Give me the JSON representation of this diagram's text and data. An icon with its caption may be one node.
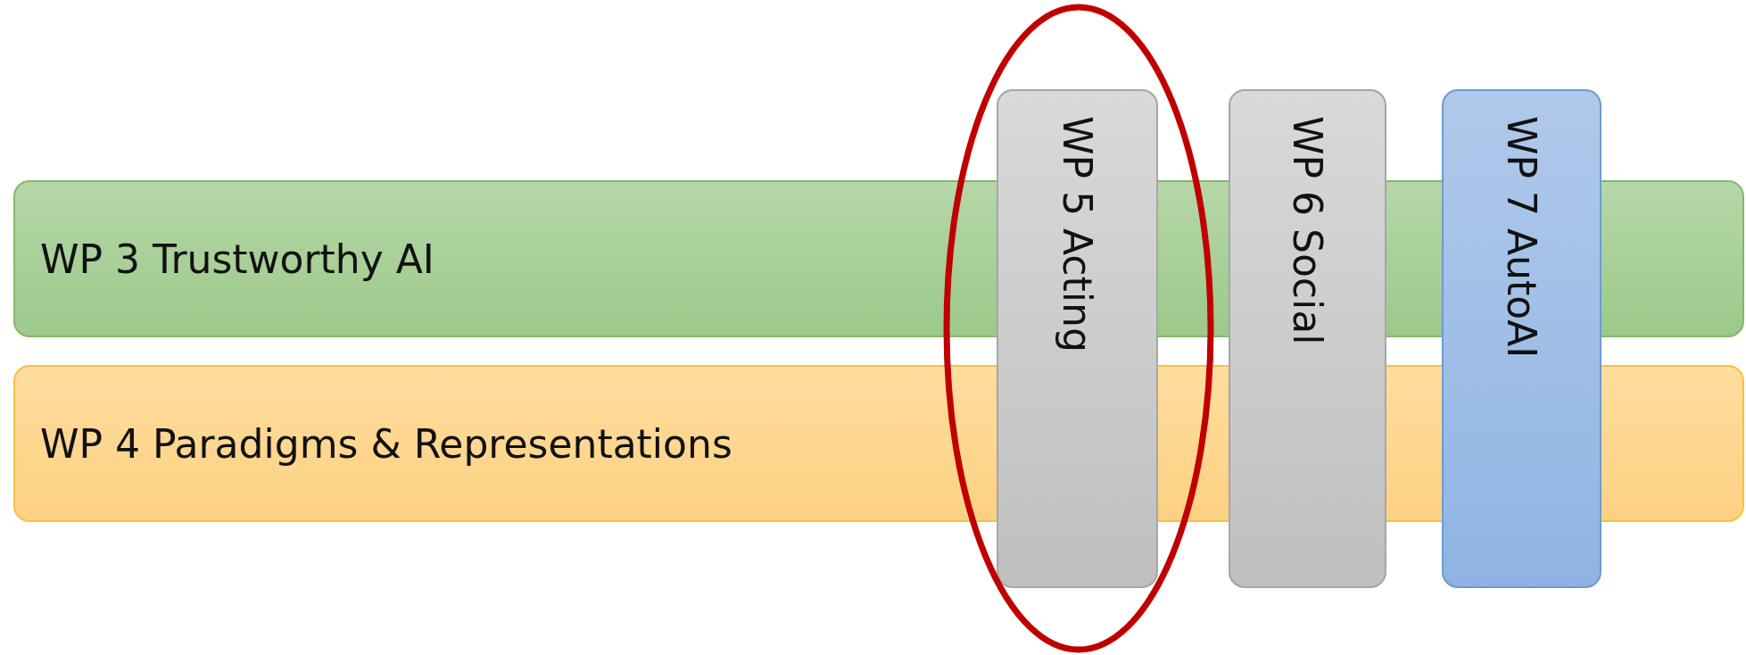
{
  "diagram": {
    "nodes": [
      {
        "text": [
          "WP 3 Trustworthy AI"
        ]
      },
      {
        "text": [
          "WP 4 Paradigms & Representations"
        ]
      },
      {
        "text": [
          "WP 5 Acting"
        ]
      },
      {
        "text": [
          "WP 6 Social"
        ]
      },
      {
        "text": [
          "WP 7 AutoAI"
        ]
      }
    ],
    "edges": []
  }
}
